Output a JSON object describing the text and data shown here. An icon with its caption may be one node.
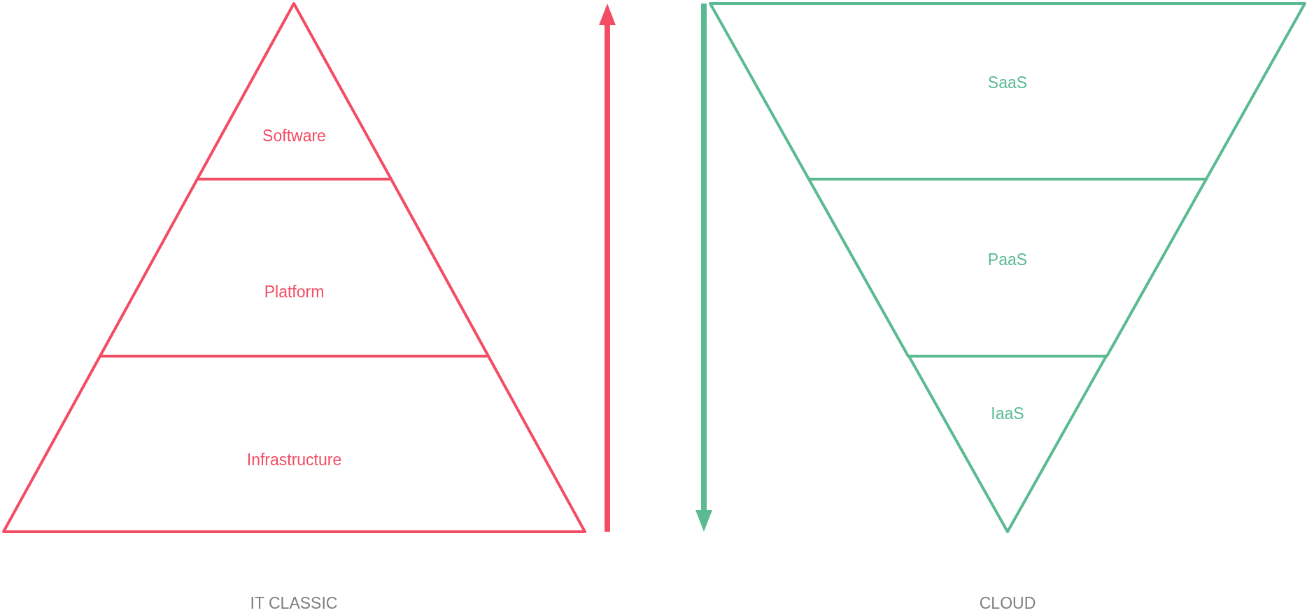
{
  "diagram": {
    "nodes": [
      {
        "text": [
          "Software"
        ]
      },
      {
        "text": [
          "Platform"
        ]
      },
      {
        "text": [
          "Infrastructure"
        ]
      },
      {
        "text": [
          "SaaS"
        ]
      },
      {
        "text": [
          "PaaS"
        ]
      },
      {
        "text": [
          "IaaS"
        ]
      }
    ],
    "labels": [
      "IT CLASSIC",
      "CLOUD"
    ]
  }
}
